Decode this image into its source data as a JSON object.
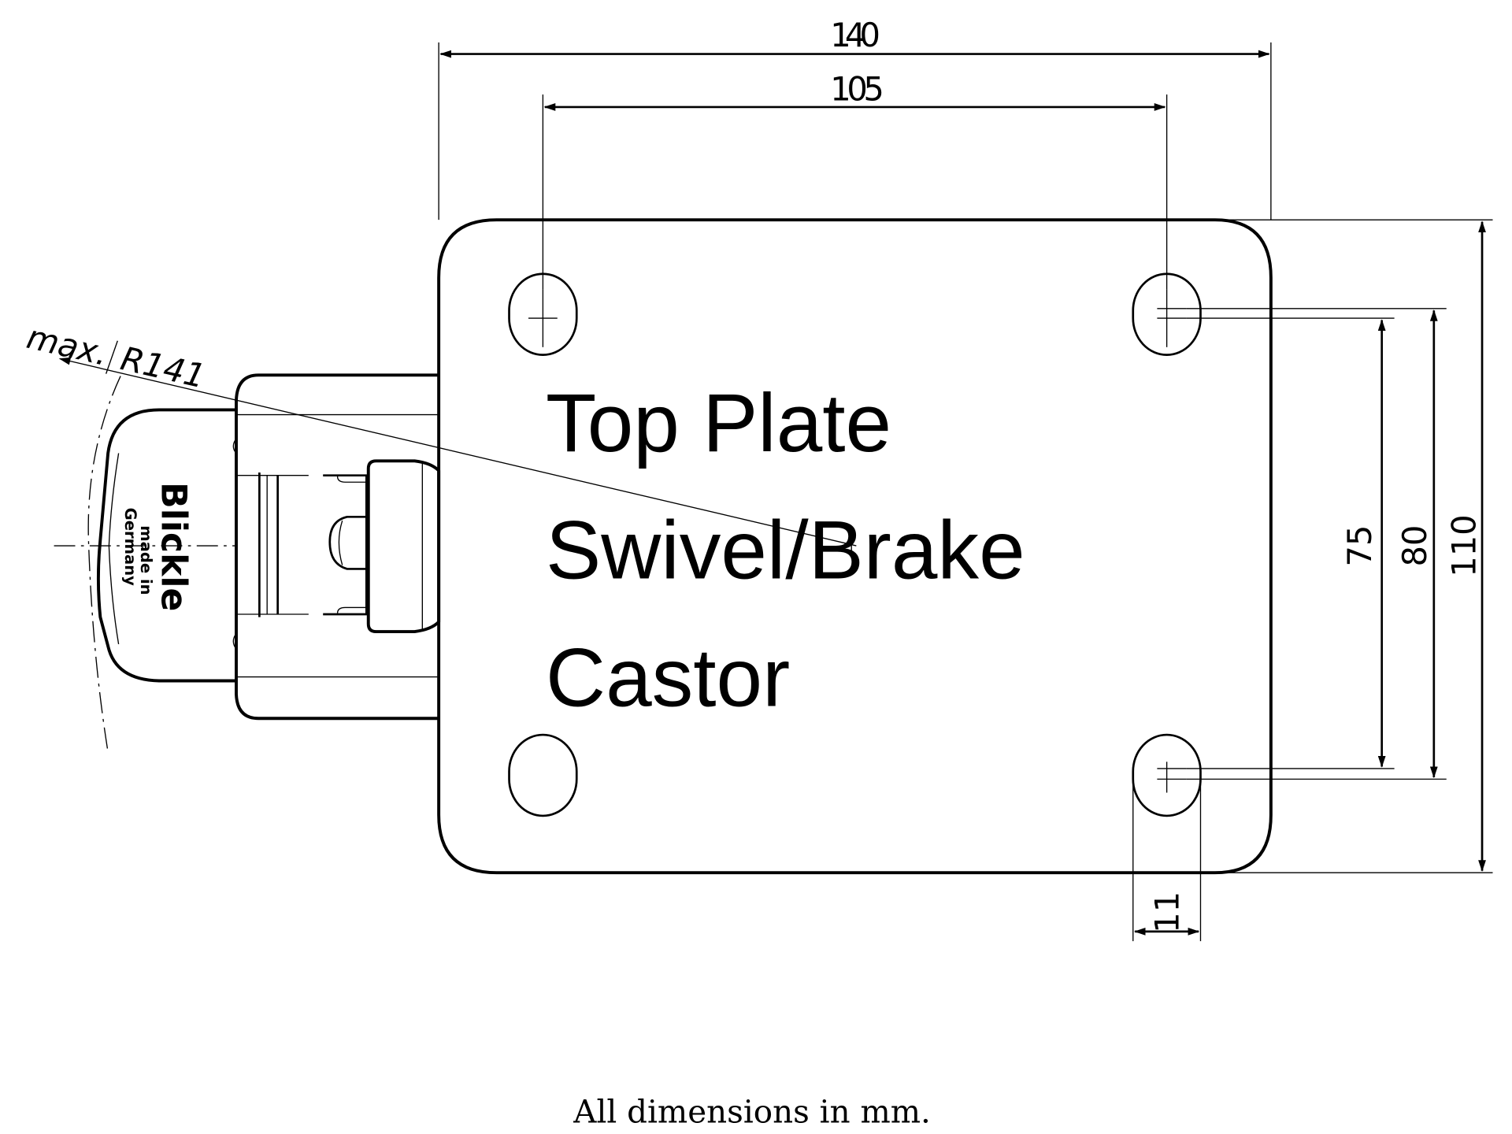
{
  "drawing": {
    "title_lines": [
      "Top Plate",
      "Swivel/Brake",
      "Castor"
    ],
    "brand": {
      "name": "Blickle",
      "line1": "made in",
      "line2": "Germany"
    },
    "radius_note": {
      "prefix": "max.",
      "value": "R141"
    },
    "dimensions": {
      "plate_width": "140",
      "hole_spacing_x": "105",
      "hole_spacing_y_inner": "75",
      "hole_spacing_y_outer": "80",
      "plate_height": "110",
      "slot_width": "11"
    },
    "footer": "All dimensions in mm."
  }
}
